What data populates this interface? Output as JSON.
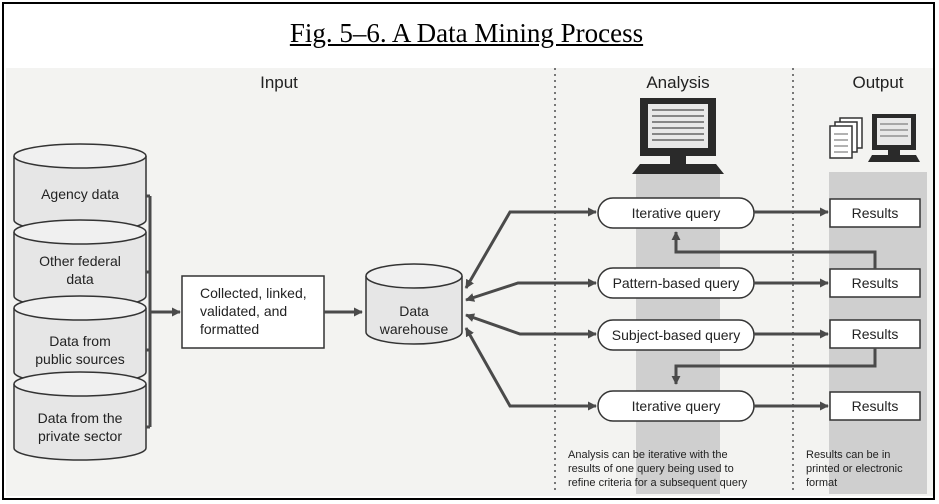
{
  "title": "Fig. 5–6. A Data Mining Process",
  "sections": {
    "input": "Input",
    "analysis": "Analysis",
    "output": "Output"
  },
  "sources": [
    [
      "Agency data"
    ],
    [
      "Other federal",
      "data"
    ],
    [
      "Data from",
      "public sources"
    ],
    [
      "Data from the",
      "private sector"
    ]
  ],
  "process": [
    "Collected, linked,",
    "validated, and",
    "formatted"
  ],
  "warehouse": [
    "Data",
    "warehouse"
  ],
  "queries": [
    "Iterative query",
    "Pattern-based query",
    "Subject-based query",
    "Iterative query"
  ],
  "results": [
    "Results",
    "Results",
    "Results",
    "Results"
  ],
  "notes": {
    "analysis": [
      "Analysis can be iterative with the",
      "results of one query being used to",
      "refine criteria for a subsequent query"
    ],
    "output": [
      "Results can be in",
      "printed or electronic",
      "format"
    ]
  },
  "colors": {
    "band": "#cfcfcf",
    "cylinder": "#e6e6e6",
    "arrow": "#4a4a4a"
  }
}
